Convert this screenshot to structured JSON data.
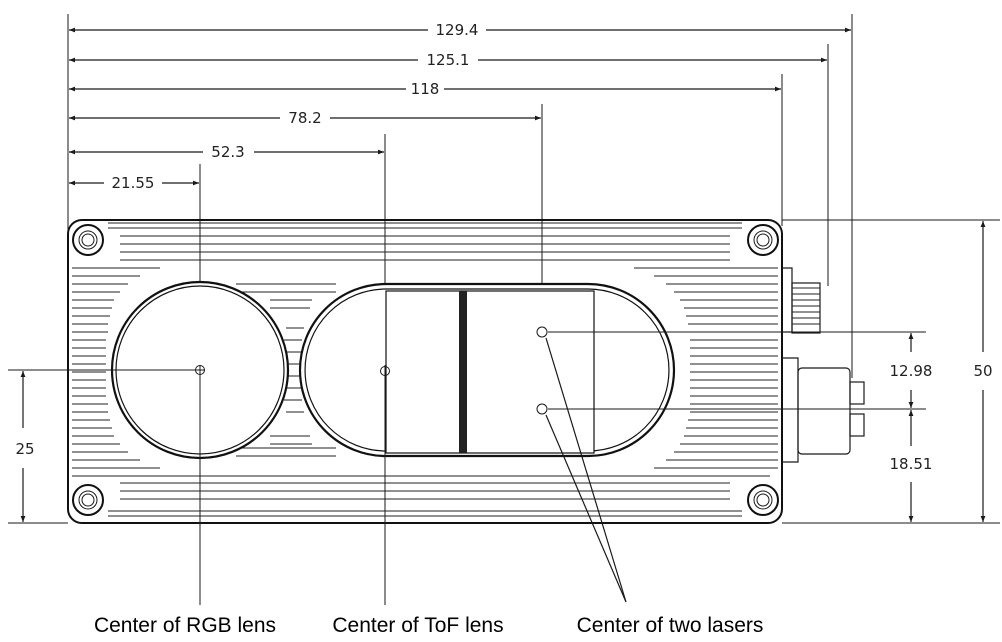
{
  "dimensions": {
    "horizontal": [
      "129.4",
      "125.1",
      "118",
      "78.2",
      "52.3",
      "21.55"
    ],
    "vertical": {
      "laser_spacing": "12.98",
      "laser_height": "18.51",
      "total_height": "50",
      "lens_height": "25"
    }
  },
  "callouts": {
    "rgb": "Center of RGB lens",
    "tof": "Center of ToF lens",
    "lasers": "Center of two lasers"
  },
  "colors": {
    "line": "#1a1a1a",
    "background": "#ffffff"
  }
}
